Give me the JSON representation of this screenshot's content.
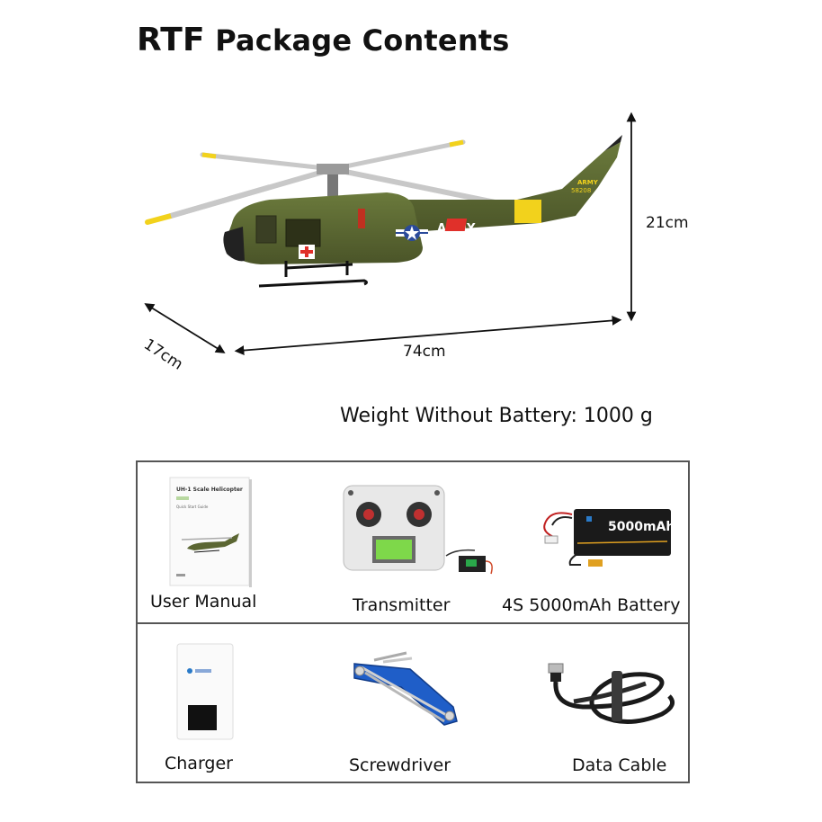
{
  "title": {
    "bold_part": "RTF",
    "rest": "Package Contents"
  },
  "dimensions": {
    "depth": "17cm",
    "length": "74cm",
    "height": "21cm"
  },
  "helicopter_markings": {
    "branch": "ARMY",
    "serial": "58208",
    "tail_branch": "ARMY"
  },
  "manual_text": {
    "heading": "UH-1 Scale Helicopter",
    "subtitle": "Quick Start Guide"
  },
  "battery_text": {
    "capacity": "5000mAh"
  },
  "weight": "Weight Without Battery: 1000 g",
  "items": [
    {
      "label": "User Manual",
      "icon": "manual-icon"
    },
    {
      "label": "Transmitter",
      "icon": "transmitter-icon"
    },
    {
      "label": "4S 5000mAh Battery",
      "icon": "battery-icon"
    },
    {
      "label": "Charger",
      "icon": "charger-icon"
    },
    {
      "label": "Screwdriver",
      "icon": "screwdriver-icon"
    },
    {
      "label": "Data Cable",
      "icon": "cable-icon"
    }
  ],
  "colors": {
    "olive": "#5b6632",
    "yellow": "#f2d21c",
    "red": "#e0302a",
    "border": "#555555"
  }
}
